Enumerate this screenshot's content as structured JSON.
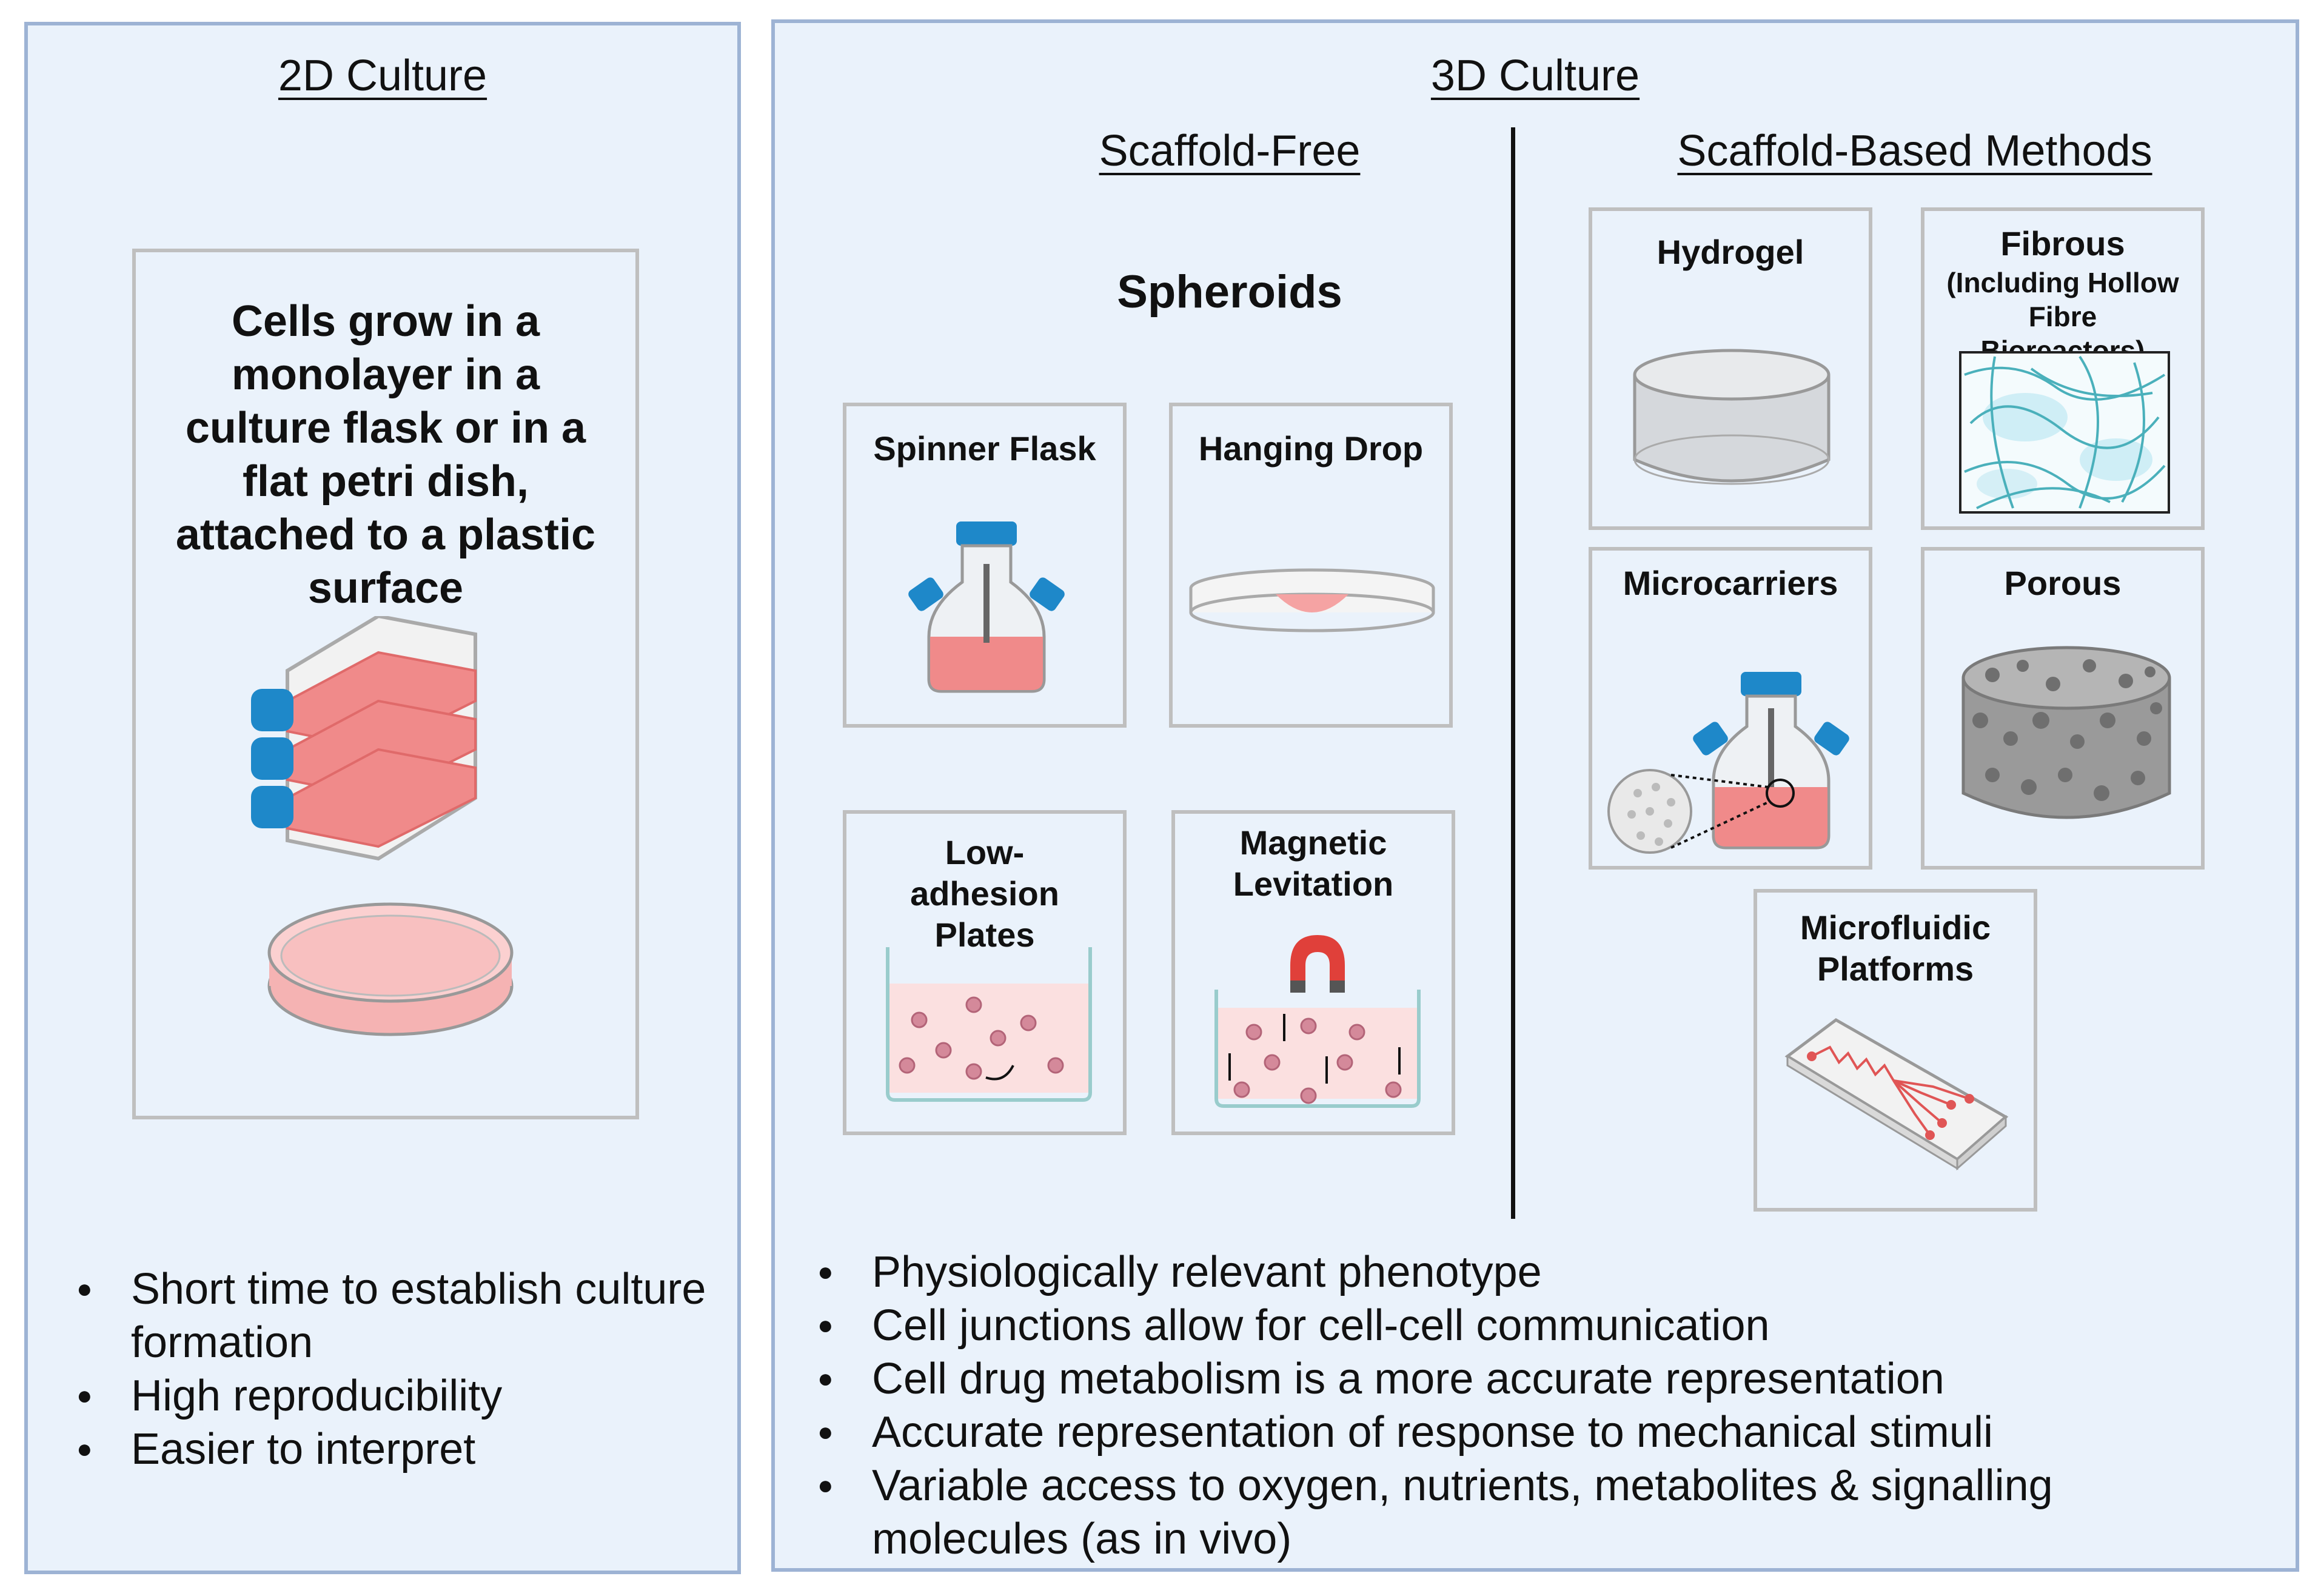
{
  "left": {
    "title": "2D Culture",
    "description": "Cells grow in a monolayer in a culture flask or in a flat petri dish, attached to a plastic surface",
    "bullets": [
      "Short time to establish culture formation",
      "High reproducibility",
      "Easier to interpret"
    ]
  },
  "right": {
    "title": "3D Culture",
    "scaffold_free": {
      "title": "Scaffold-Free",
      "subtitle": "Spheroids",
      "cards": [
        "Spinner Flask",
        "Hanging Drop",
        "Low-adhesion Plates",
        "Magnetic Levitation"
      ]
    },
    "scaffold_based": {
      "title": "Scaffold-Based Methods",
      "hydrogel": "Hydrogel",
      "fibrous": "Fibrous",
      "fibrous_sub": "(Including Hollow Fibre Bioreactors)",
      "microcarriers": "Microcarriers",
      "porous": "Porous",
      "microfluidic": "Microfluidic Platforms"
    },
    "bullets": [
      "Physiologically relevant phenotype",
      "Cell junctions allow for cell-cell communication",
      "Cell drug metabolism is a more accurate representation",
      "Accurate representation of response to mechanical stimuli",
      "Variable access to oxygen, nutrients, metabolites & signalling molecules (as in vivo)"
    ]
  },
  "colors": {
    "panel_bg": "#eaf2fb",
    "panel_border": "#9db3d4",
    "card_border": "#bfbfbf",
    "cap_blue": "#1e88c9",
    "media_pink": "#f08a8a",
    "cell_pink": "#d46a7e"
  }
}
